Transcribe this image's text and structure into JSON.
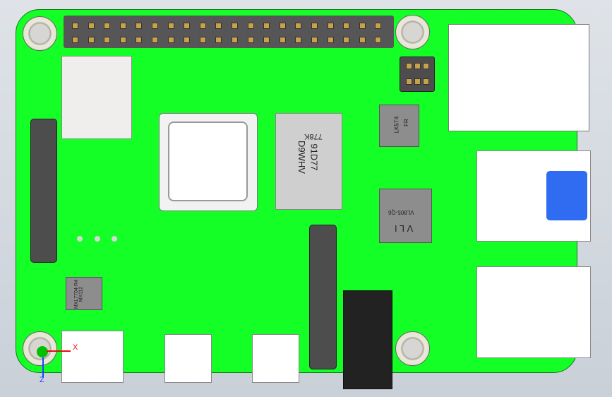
{
  "view": {
    "title": "",
    "axes": {
      "x": "X",
      "z": "Z"
    }
  },
  "labels": {
    "ram": [
      "778K",
      "91D77",
      "D9WHV"
    ],
    "chip_top_right": [
      "LK5T4",
      "FR"
    ],
    "chip_mid": [
      "VL805-Q6",
      "V L I"
    ],
    "chip_bottom_left": [
      "MXL7704-R4",
      "MX112"
    ]
  },
  "colors": {
    "board": "#13ff26",
    "usb3_blue": "#2f6cf1",
    "connector_dark": "#4d4d4d",
    "chip_gray": "#8d8d8d",
    "axis_x": "#e01010",
    "axis_z": "#2040ff",
    "axis_y_green": "#00c000"
  }
}
